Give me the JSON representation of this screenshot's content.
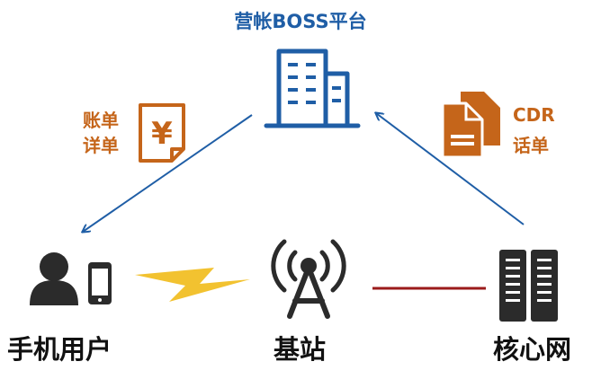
{
  "top": {
    "title": "营帐BOSS平台"
  },
  "left_annotation": {
    "line1": "账单",
    "line2": "详单",
    "doc_symbol": "¥"
  },
  "right_annotation": {
    "line1": "CDR",
    "line2": "话单"
  },
  "nodes": {
    "user": "手机用户",
    "base_station": "基站",
    "core": "核心网"
  },
  "colors": {
    "blue": "#1f5ea6",
    "orange": "#c5651a",
    "dark": "#2b2b2b",
    "red_line": "#9b1b1b",
    "lightning": "#f2c230"
  },
  "icons": [
    "building-icon",
    "bill-document-icon",
    "files-icon",
    "user-icon",
    "phone-icon",
    "lightning-icon",
    "antenna-tower-icon",
    "server-icon"
  ]
}
